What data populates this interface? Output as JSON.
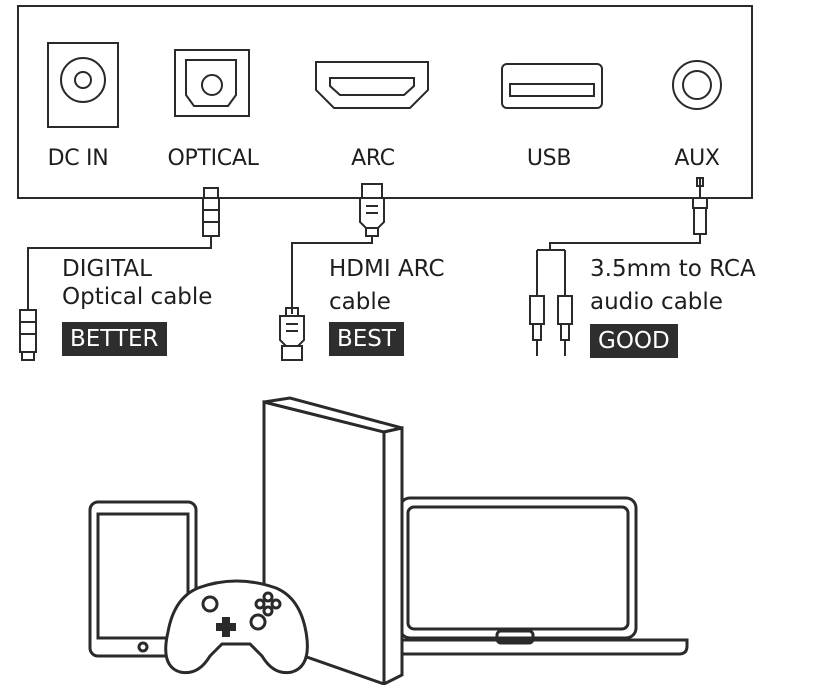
{
  "ports": [
    {
      "id": "dc-in",
      "label": "DC IN"
    },
    {
      "id": "optical",
      "label": "OPTICAL"
    },
    {
      "id": "arc",
      "label": "ARC"
    },
    {
      "id": "usb",
      "label": "USB"
    },
    {
      "id": "aux",
      "label": "AUX"
    }
  ],
  "cables": [
    {
      "id": "optical",
      "line1": "DIGITAL",
      "line2": "Optical cable",
      "rating": "BETTER"
    },
    {
      "id": "hdmi",
      "line1": "HDMI ARC",
      "line2": "cable",
      "rating": "BEST"
    },
    {
      "id": "rca",
      "line1": "3.5mm to RCA",
      "line2": "audio cable",
      "rating": "GOOD"
    }
  ],
  "devices": [
    "tablet-icon",
    "game-controller-icon",
    "game-console-icon",
    "laptop-icon"
  ],
  "colors": {
    "stroke": "#2a2a2a",
    "badge_bg": "#2e2e2e",
    "badge_text": "#ffffff"
  }
}
